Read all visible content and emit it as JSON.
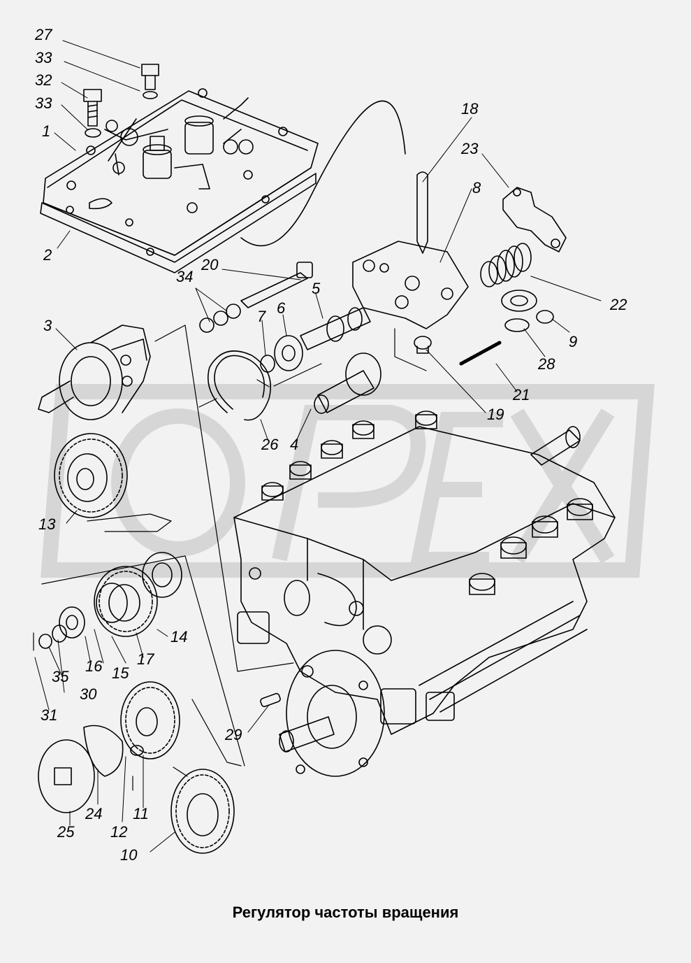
{
  "caption": "Регулятор частоты вращения",
  "watermark": "ОРЕХ",
  "callouts": [
    "27",
    "33",
    "32",
    "33",
    "1",
    "2",
    "3",
    "13",
    "14",
    "15",
    "16",
    "17",
    "30",
    "35",
    "31",
    "25",
    "24",
    "12",
    "11",
    "10",
    "29",
    "26",
    "4",
    "34",
    "20",
    "7",
    "6",
    "5",
    "18",
    "23",
    "8",
    "22",
    "9",
    "28",
    "21",
    "19"
  ],
  "colors": {
    "background": "#f2f2f2",
    "ink": "#000000",
    "watermark": "#d9d9d9"
  }
}
